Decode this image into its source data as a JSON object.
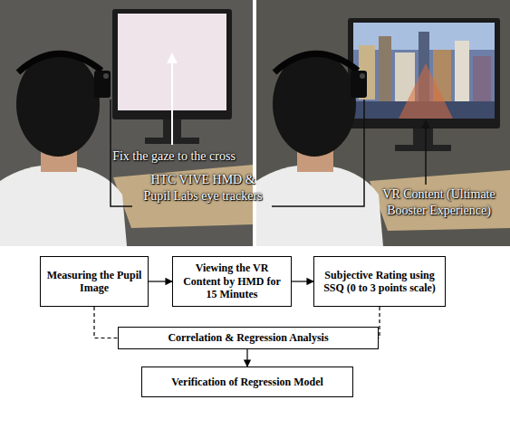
{
  "diagram": {
    "nodes": [
      {
        "text": [
          "Measuring the Pupil Image"
        ]
      },
      {
        "text": [
          "Viewing the VR Content by HMD for 15 Minutes"
        ]
      },
      {
        "text": [
          "Subjective Rating using SSQ (0 to 3 points scale)"
        ]
      },
      {
        "text": [
          "Correlation & Regression Analysis"
        ]
      },
      {
        "text": [
          "Verification of Regression Model"
        ]
      }
    ],
    "edges": [
      {
        "from": 0,
        "to": 1,
        "arrow": "to"
      },
      {
        "from": 1,
        "to": 2,
        "arrow": "to"
      },
      {
        "from": 0,
        "to": 3,
        "arrow": "none"
      },
      {
        "from": 2,
        "to": 3,
        "arrow": "none"
      },
      {
        "from": 3,
        "to": 4,
        "arrow": "to"
      }
    ],
    "labels": [
      "Fix the gaze to the cross",
      "HTC VIVE HMD & Pupil Labs eye trackers",
      "VR Content (Ultimate Booster Experience)"
    ]
  }
}
